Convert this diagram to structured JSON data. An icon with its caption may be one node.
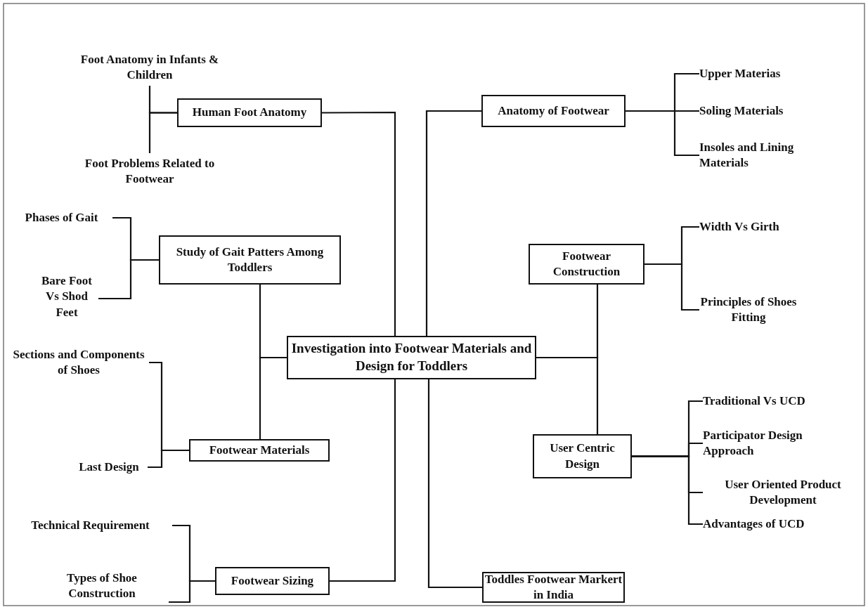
{
  "diagram": {
    "nodes": [
      {
        "text": [
          "Investigation into Footwear Materials and Design for Toddlers"
        ]
      },
      {
        "text": [
          "Human Foot Anatomy"
        ]
      },
      {
        "text": [
          "Foot Anatomy in Infants & Children"
        ]
      },
      {
        "text": [
          "Foot Problems Related to Footwear"
        ]
      },
      {
        "text": [
          "Anatomy of Footwear"
        ]
      },
      {
        "text": [
          "Upper Materias"
        ]
      },
      {
        "text": [
          "Soling Materials"
        ]
      },
      {
        "text": [
          "Insoles and Lining Materials"
        ]
      },
      {
        "text": [
          "Study of Gait Patters Among Toddlers"
        ]
      },
      {
        "text": [
          "Phases of Gait"
        ]
      },
      {
        "text": [
          "Bare Foot Vs Shod Feet"
        ]
      },
      {
        "text": [
          "Footwear Construction"
        ]
      },
      {
        "text": [
          "Width Vs Girth"
        ]
      },
      {
        "text": [
          "Principles of Shoes Fitting"
        ]
      },
      {
        "text": [
          "Footwear Materials"
        ]
      },
      {
        "text": [
          "Sections and Components of Shoes"
        ]
      },
      {
        "text": [
          "Last Design"
        ]
      },
      {
        "text": [
          "User Centric Design"
        ]
      },
      {
        "text": [
          "Traditional Vs UCD"
        ]
      },
      {
        "text": [
          "Participator Design Approach"
        ]
      },
      {
        "text": [
          "User Oriented Product Development"
        ]
      },
      {
        "text": [
          "Advantages of UCD"
        ]
      },
      {
        "text": [
          "Footwear Sizing"
        ]
      },
      {
        "text": [
          "Technical Requirement"
        ]
      },
      {
        "text": [
          "Types of Shoe Construction"
        ]
      },
      {
        "text": [
          "Toddles Footwear Markert in India"
        ]
      }
    ],
    "edges": [
      {
        "from": 0,
        "to": 1,
        "arrow": "none"
      },
      {
        "from": 0,
        "to": 4,
        "arrow": "none"
      },
      {
        "from": 0,
        "to": 8,
        "arrow": "none"
      },
      {
        "from": 0,
        "to": 14,
        "arrow": "none"
      },
      {
        "from": 0,
        "to": 11,
        "arrow": "none"
      },
      {
        "from": 0,
        "to": 17,
        "arrow": "none"
      },
      {
        "from": 0,
        "to": 22,
        "arrow": "none"
      },
      {
        "from": 0,
        "to": 25,
        "arrow": "none"
      },
      {
        "from": 1,
        "to": 2,
        "arrow": "none"
      },
      {
        "from": 1,
        "to": 3,
        "arrow": "none"
      },
      {
        "from": 4,
        "to": 5,
        "arrow": "none"
      },
      {
        "from": 4,
        "to": 6,
        "arrow": "none"
      },
      {
        "from": 4,
        "to": 7,
        "arrow": "none"
      },
      {
        "from": 8,
        "to": 9,
        "arrow": "none"
      },
      {
        "from": 8,
        "to": 10,
        "arrow": "none"
      },
      {
        "from": 11,
        "to": 12,
        "arrow": "none"
      },
      {
        "from": 11,
        "to": 13,
        "arrow": "none"
      },
      {
        "from": 14,
        "to": 15,
        "arrow": "none"
      },
      {
        "from": 14,
        "to": 16,
        "arrow": "none"
      },
      {
        "from": 17,
        "to": 18,
        "arrow": "none"
      },
      {
        "from": 17,
        "to": 19,
        "arrow": "none"
      },
      {
        "from": 17,
        "to": 20,
        "arrow": "none"
      },
      {
        "from": 17,
        "to": 21,
        "arrow": "none"
      },
      {
        "from": 22,
        "to": 23,
        "arrow": "none"
      },
      {
        "from": 22,
        "to": 24,
        "arrow": "none"
      }
    ]
  }
}
